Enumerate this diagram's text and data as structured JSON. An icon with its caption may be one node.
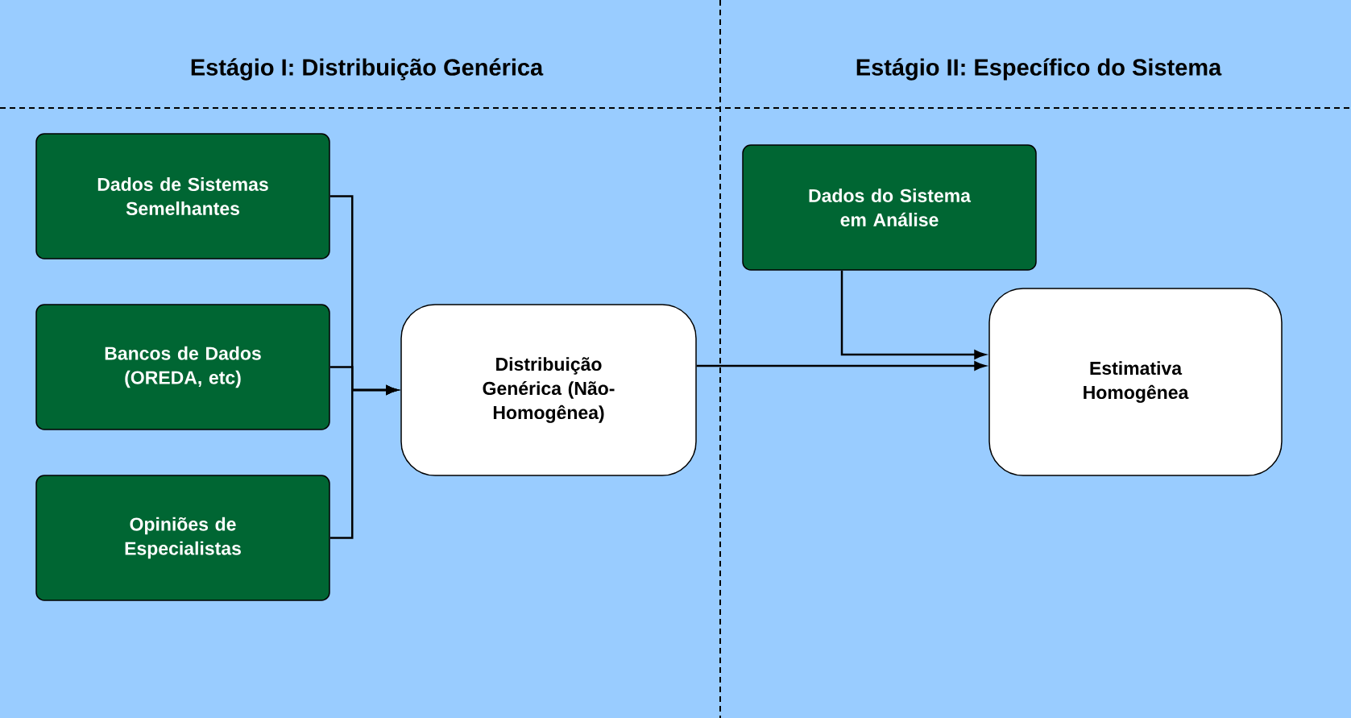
{
  "diagram": {
    "nodes": [
      {
        "text": [
          "Dados de Sistemas Semelhantes"
        ]
      },
      {
        "text": [
          "Bancos de Dados (OREDA, etc)"
        ]
      },
      {
        "text": [
          "Opiniões de Especialistas"
        ]
      },
      {
        "text": [
          "Distribuição Genérica (Não-Homogênea)"
        ]
      },
      {
        "text": [
          "Dados do Sistema em Análise"
        ]
      },
      {
        "text": [
          "Estimativa Homogênea"
        ]
      }
    ],
    "edges": [
      {
        "from": 0,
        "to": 3,
        "arrow": "to"
      },
      {
        "from": 1,
        "to": 3,
        "arrow": "to"
      },
      {
        "from": 2,
        "to": 3,
        "arrow": "to"
      },
      {
        "from": 3,
        "to": 5,
        "arrow": "to"
      },
      {
        "from": 4,
        "to": 5,
        "arrow": "to"
      }
    ],
    "labels": [
      "Estágio I: Distribuição Genérica",
      "Estágio II: Específico do Sistema"
    ]
  }
}
